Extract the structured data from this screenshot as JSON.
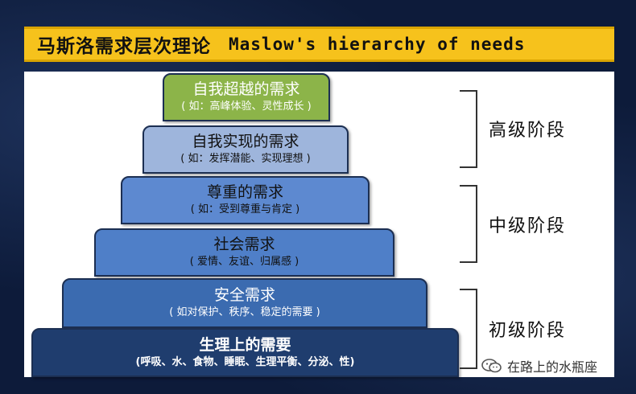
{
  "title": {
    "zh": "马斯洛需求层次理论",
    "en": "Maslow's hierarchy of needs"
  },
  "tiers": [
    {
      "name": "自我超越的需求",
      "desc": "( 如：高峰体验、灵性成长 )"
    },
    {
      "name": "自我实现的需求",
      "desc": "( 如：发挥潜能、实现理想 )"
    },
    {
      "name": "尊重的需求",
      "desc": "( 如：受到尊重与肯定 )"
    },
    {
      "name": "社会需求",
      "desc": "( 爱情、友谊、归属感 )"
    },
    {
      "name": "安全需求",
      "desc": "( 如对保护、秩序、稳定的需要 )"
    },
    {
      "name": "生理上的需要",
      "desc": "(呼吸、水、食物、睡眠、生理平衡、分泌、性)"
    }
  ],
  "stages": [
    {
      "label": "高级阶段"
    },
    {
      "label": "中级阶段"
    },
    {
      "label": "初级阶段"
    }
  ],
  "watermark": {
    "text": "在路上的水瓶座",
    "icon": "wechat-icon"
  },
  "colors": {
    "title_bar": "#f6c21c",
    "tier_1": "#8cb449",
    "tier_2": "#9eb5dc",
    "tier_3": "#5d89d0",
    "tier_4": "#4f7fc8",
    "tier_5": "#3b6bb0",
    "tier_6": "#1f3d6e",
    "background": "#0d1b3a"
  }
}
